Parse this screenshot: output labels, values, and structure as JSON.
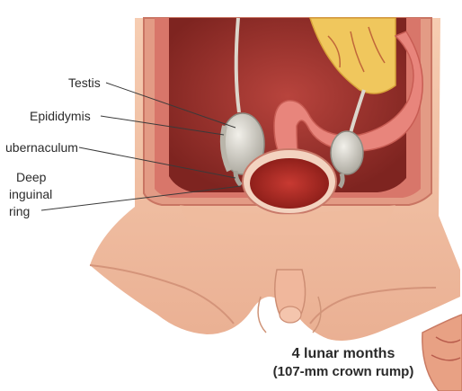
{
  "labels": {
    "testis": "Testis",
    "epididymis": "Epididymis",
    "gubernaculum": "ubernaculum",
    "deep": "Deep",
    "inguinal": "inguinal",
    "ring": "ring"
  },
  "caption": {
    "line1": "4 lunar months",
    "line2": "(107-mm crown rump)"
  },
  "colors": {
    "skin": "#f2c1a4",
    "skin_shadow": "#d99a7d",
    "wall_red": "#c2524a",
    "deep_red": "#8e2a25",
    "bowel_pink": "#e98a83",
    "fat_yellow": "#f2cf6a",
    "testis_gray": "#c9c6bd",
    "leader_line": "#3a3a3a"
  }
}
